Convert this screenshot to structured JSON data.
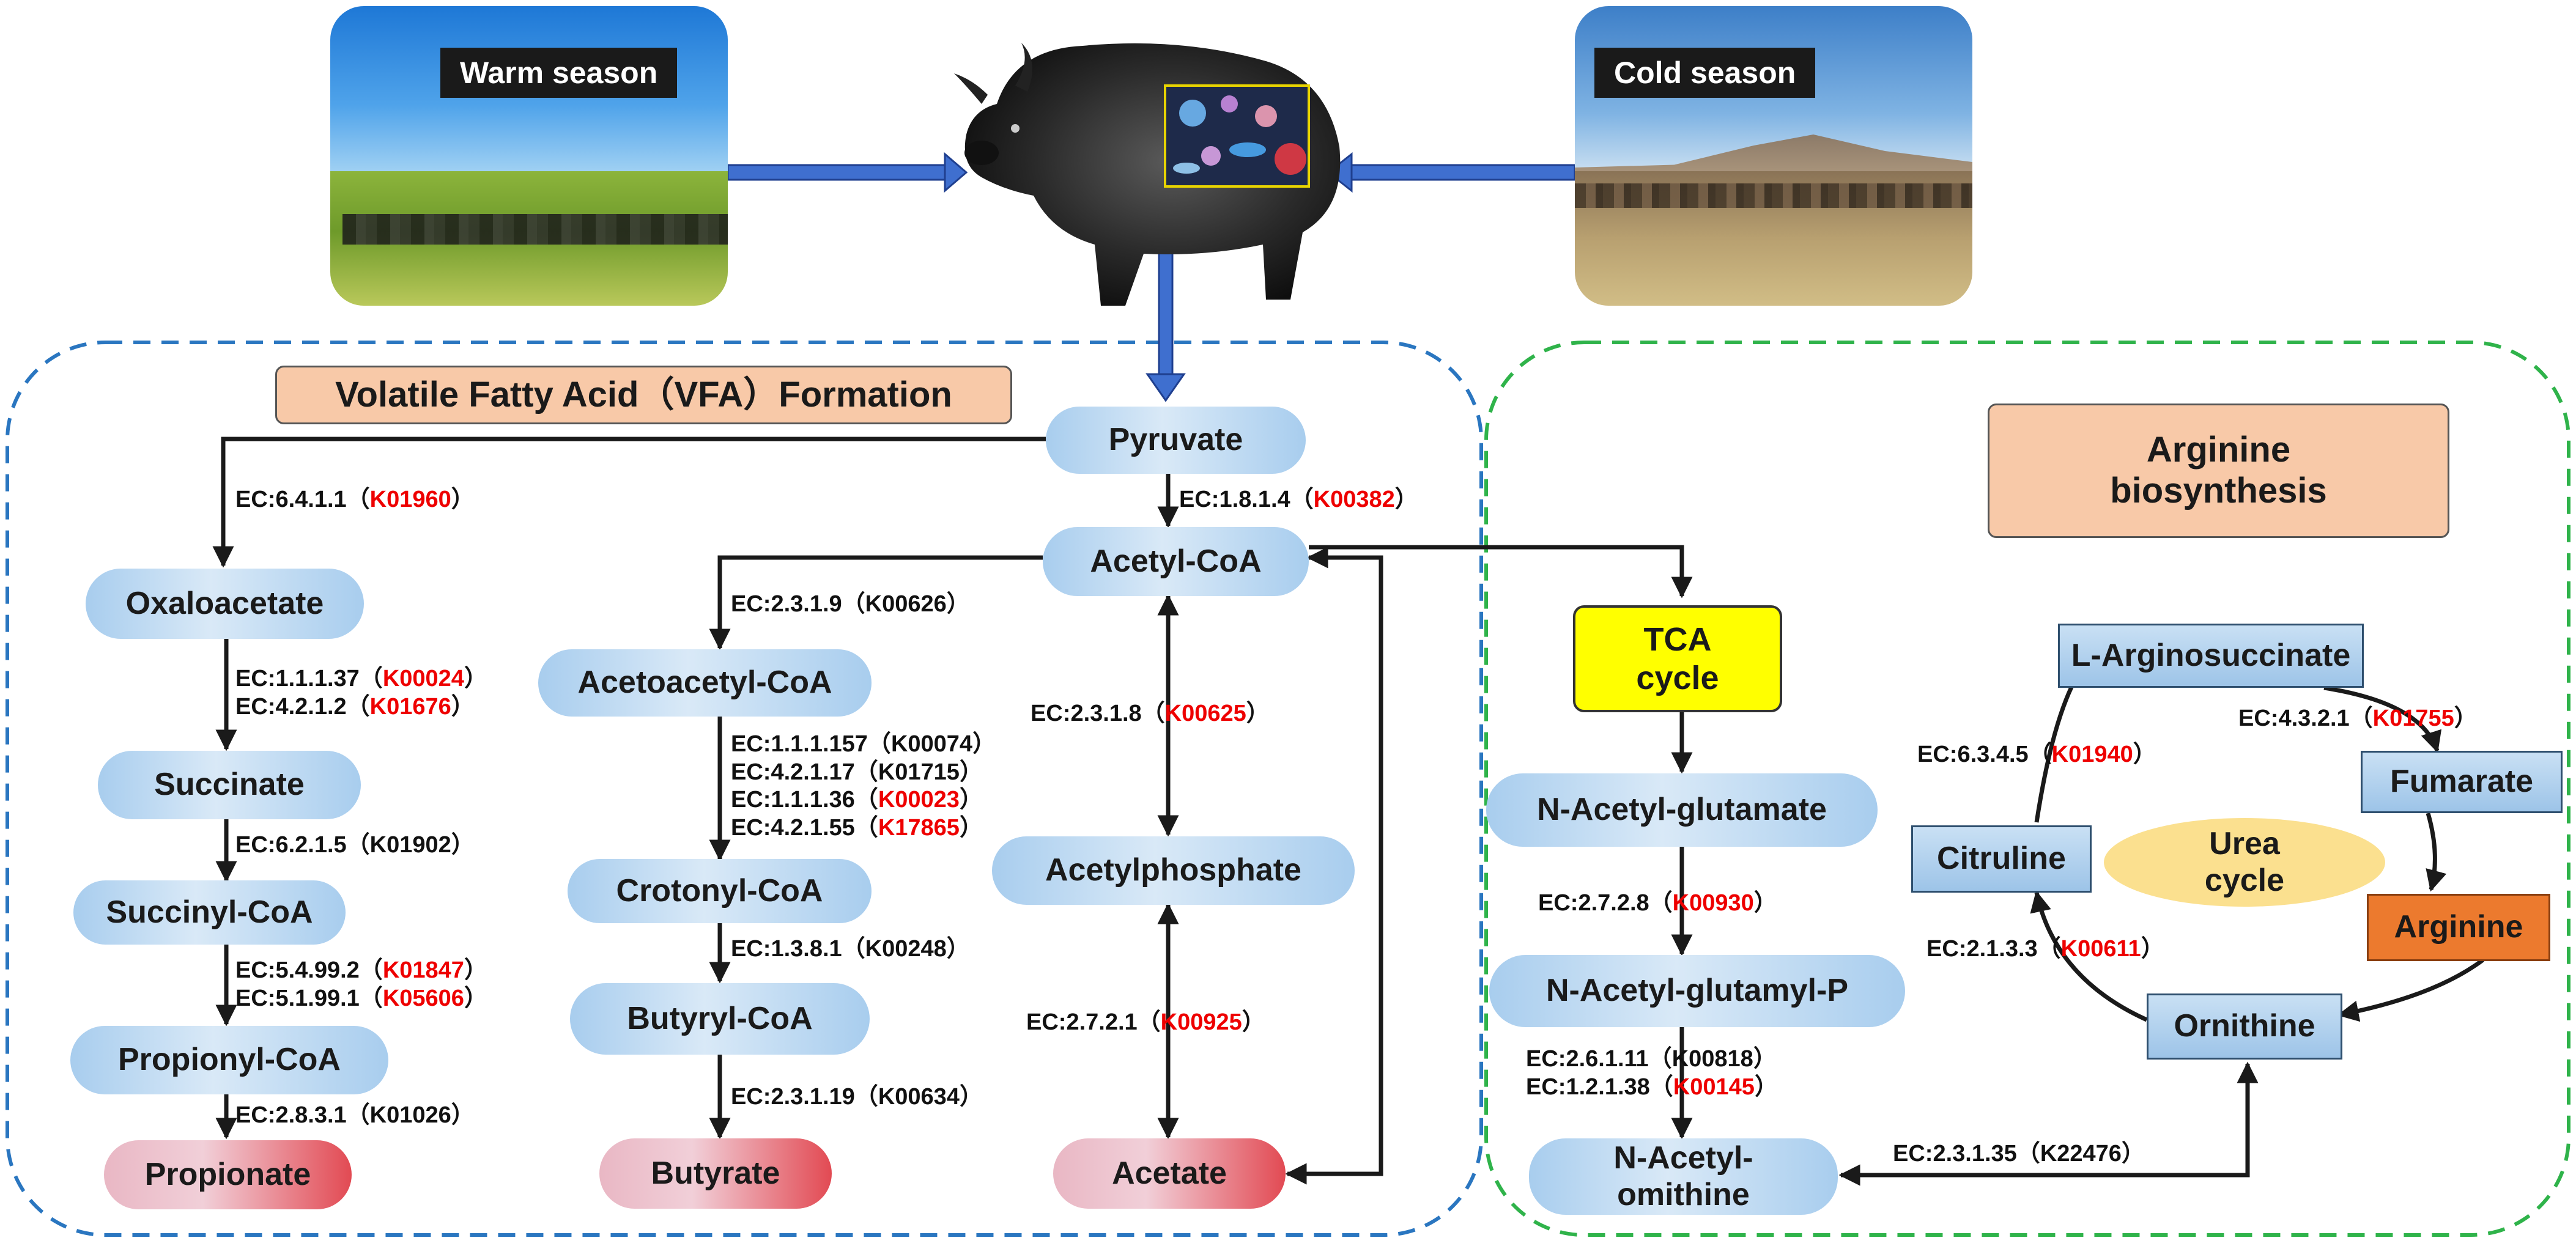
{
  "seasons": {
    "warm": "Warm season",
    "cold": "Cold season"
  },
  "vfa": {
    "title": "Volatile Fatty Acid（VFA）Formation",
    "nodes": {
      "pyruvate": "Pyruvate",
      "acetyl_coa": "Acetyl-CoA",
      "oxaloacetate": "Oxaloacetate",
      "succinate": "Succinate",
      "succinyl_coa": "Succinyl-CoA",
      "propionyl_coa": "Propionyl-CoA",
      "propionate": "Propionate",
      "acetoacetyl_coa": "Acetoacetyl-CoA",
      "crotonyl_coa": "Crotonyl-CoA",
      "butyryl_coa": "Butyryl-CoA",
      "butyrate": "Butyrate",
      "acetylphosphate": "Acetylphosphate",
      "acetate": "Acetate"
    },
    "enzymes": [
      {
        "ec": "EC:6.4.1.1",
        "ko": "K01960",
        "highlight": true
      },
      {
        "ec": "EC:1.8.1.4",
        "ko": "K00382",
        "highlight": true
      },
      {
        "ec": "EC:1.1.1.37",
        "ko": "K00024",
        "highlight": true
      },
      {
        "ec": "EC:4.2.1.2",
        "ko": "K01676",
        "highlight": true
      },
      {
        "ec": "EC:6.2.1.5",
        "ko": "K01902",
        "highlight": false
      },
      {
        "ec": "EC:5.4.99.2",
        "ko": "K01847",
        "highlight": true
      },
      {
        "ec": "EC:5.1.99.1",
        "ko": "K05606",
        "highlight": true
      },
      {
        "ec": "EC:2.8.3.1",
        "ko": "K01026",
        "highlight": false
      },
      {
        "ec": "EC:2.3.1.9",
        "ko": "K00626",
        "highlight": false
      },
      {
        "ec": "EC:1.1.1.157",
        "ko": "K00074",
        "highlight": false
      },
      {
        "ec": "EC:4.2.1.17",
        "ko": "K01715",
        "highlight": false
      },
      {
        "ec": "EC:1.1.1.36",
        "ko": "K00023",
        "highlight": true
      },
      {
        "ec": "EC:4.2.1.55",
        "ko": "K17865",
        "highlight": true
      },
      {
        "ec": "EC:1.3.8.1",
        "ko": "K00248",
        "highlight": false
      },
      {
        "ec": "EC:2.3.1.19",
        "ko": "K00634",
        "highlight": false
      },
      {
        "ec": "EC:2.3.1.8",
        "ko": "K00625",
        "highlight": true
      },
      {
        "ec": "EC:2.7.2.1",
        "ko": "K00925",
        "highlight": true
      }
    ]
  },
  "arginine": {
    "title_line1": "Arginine",
    "title_line2": "biosynthesis",
    "tca_line1": "TCA",
    "tca_line2": "cycle",
    "urea_line1": "Urea",
    "urea_line2": "cycle",
    "nodes": {
      "n_acetyl_glutamate": "N-Acetyl-glutamate",
      "n_acetyl_glutamyl_p": "N-Acetyl-glutamyl-P",
      "n_acetyl_ornithine_1": "N-Acetyl-",
      "n_acetyl_ornithine_2": "omithine",
      "l_arginosuccinate": "L-Arginosuccinate",
      "fumarate": "Fumarate",
      "arginine": "Arginine",
      "ornithine": "Ornithine",
      "citruline": "Citruline"
    },
    "enzymes": [
      {
        "ec": "EC:2.7.2.8",
        "ko": "K00930",
        "highlight": true
      },
      {
        "ec": "EC:2.6.1.11",
        "ko": "K00818",
        "highlight": false
      },
      {
        "ec": "EC:1.2.1.38",
        "ko": "K00145",
        "highlight": true
      },
      {
        "ec": "EC:2.3.1.35",
        "ko": "K22476",
        "highlight": false
      },
      {
        "ec": "EC:6.3.4.5",
        "ko": "K01940",
        "highlight": true
      },
      {
        "ec": "EC:4.3.2.1",
        "ko": "K01755",
        "highlight": true
      },
      {
        "ec": "EC:2.1.3.3",
        "ko": "K00611",
        "highlight": true
      }
    ]
  },
  "colors": {
    "vfa_border": "#2a76c0",
    "arginine_border": "#2fb34a",
    "arrow_blue": "#3f6fcf",
    "ko_highlight": "#ee0000"
  }
}
